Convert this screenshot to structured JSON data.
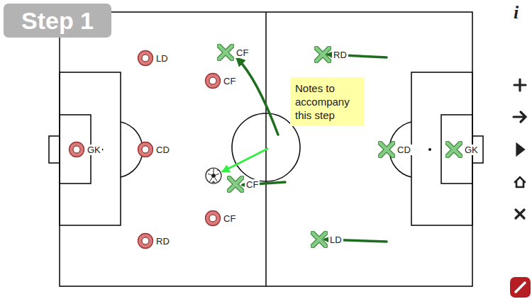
{
  "diagram": {
    "title": "Step 1",
    "nodes": [
      {
        "text": [
          "LD"
        ]
      },
      {
        "text": [
          "CF"
        ]
      },
      {
        "text": [
          "RD"
        ]
      },
      {
        "text": [
          "CF"
        ]
      },
      {
        "text": [
          "Notes to accompany this step"
        ]
      },
      {
        "text": [
          "GK"
        ]
      },
      {
        "text": [
          "CD"
        ]
      },
      {
        "text": [
          "CD"
        ]
      },
      {
        "text": [
          "GK"
        ]
      },
      {
        "text": [
          "CF"
        ]
      },
      {
        "text": [
          "CF"
        ]
      },
      {
        "text": [
          "RD"
        ]
      },
      {
        "text": [
          "LD"
        ]
      }
    ],
    "labels": [
      "i"
    ]
  }
}
